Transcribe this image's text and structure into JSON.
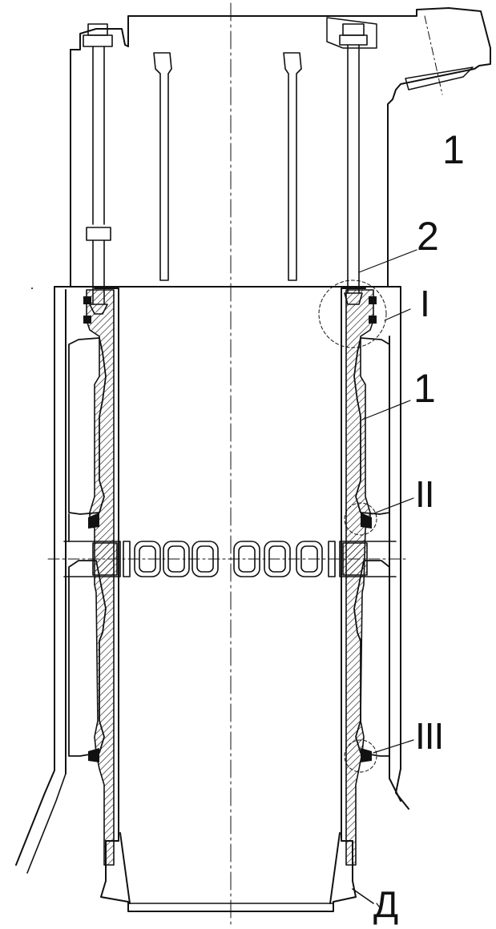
{
  "drawing": {
    "callouts": {
      "part_1_top": "1",
      "part_2": "2",
      "detail_I": "I",
      "part_1_mid": "1",
      "detail_II": "II",
      "detail_III": "III",
      "label_D": "Д"
    },
    "colors": {
      "ink": "#111111",
      "hatch": "#222222",
      "paper": "#ffffff"
    }
  }
}
